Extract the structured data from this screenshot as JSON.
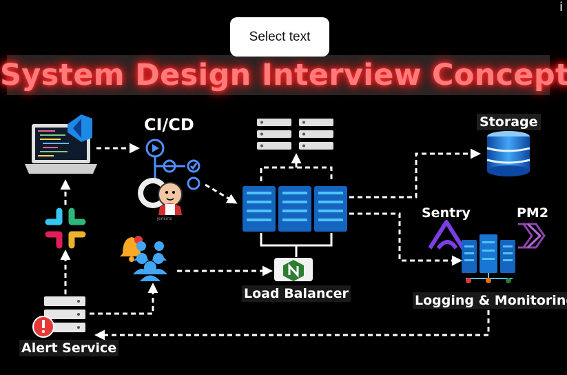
{
  "popup": {
    "select_text_label": "Select text"
  },
  "header": {
    "title": "System Design Interview Concepts"
  },
  "nodes": {
    "cicd": "CI/CD",
    "jenkins_caption": "Jenkins",
    "storage": "Storage",
    "sentry": "Sentry",
    "pm2": "PM2",
    "load_balancer": "Load Balancer",
    "logging": "Logging & Monitoring",
    "alert_service": "Alert Service"
  },
  "edge_mark": "i",
  "icons": [
    "laptop-icon",
    "vscode-icon",
    "github-icon",
    "jenkins-icon",
    "pipeline-icon",
    "server-rack-icon",
    "storage-icon",
    "sentry-icon",
    "pm2-icon",
    "nginx-icon",
    "users-icon",
    "bell-icon",
    "slack-icon",
    "alert-icon",
    "monitoring-server-icon"
  ],
  "colors": {
    "title": "#ff7b7b",
    "title_glow": "#ff2a2a",
    "server_blue": "#1565c0",
    "accent_cyan": "#4fc3f7",
    "alert_red": "#e53935",
    "sentry_purple": "#7b3fe4",
    "pm2_purple": "#8e44ad",
    "nginx_green": "#2e7d32",
    "slack": [
      "#36c5f0",
      "#2eb67d",
      "#ecb22e",
      "#e01e5a"
    ]
  }
}
